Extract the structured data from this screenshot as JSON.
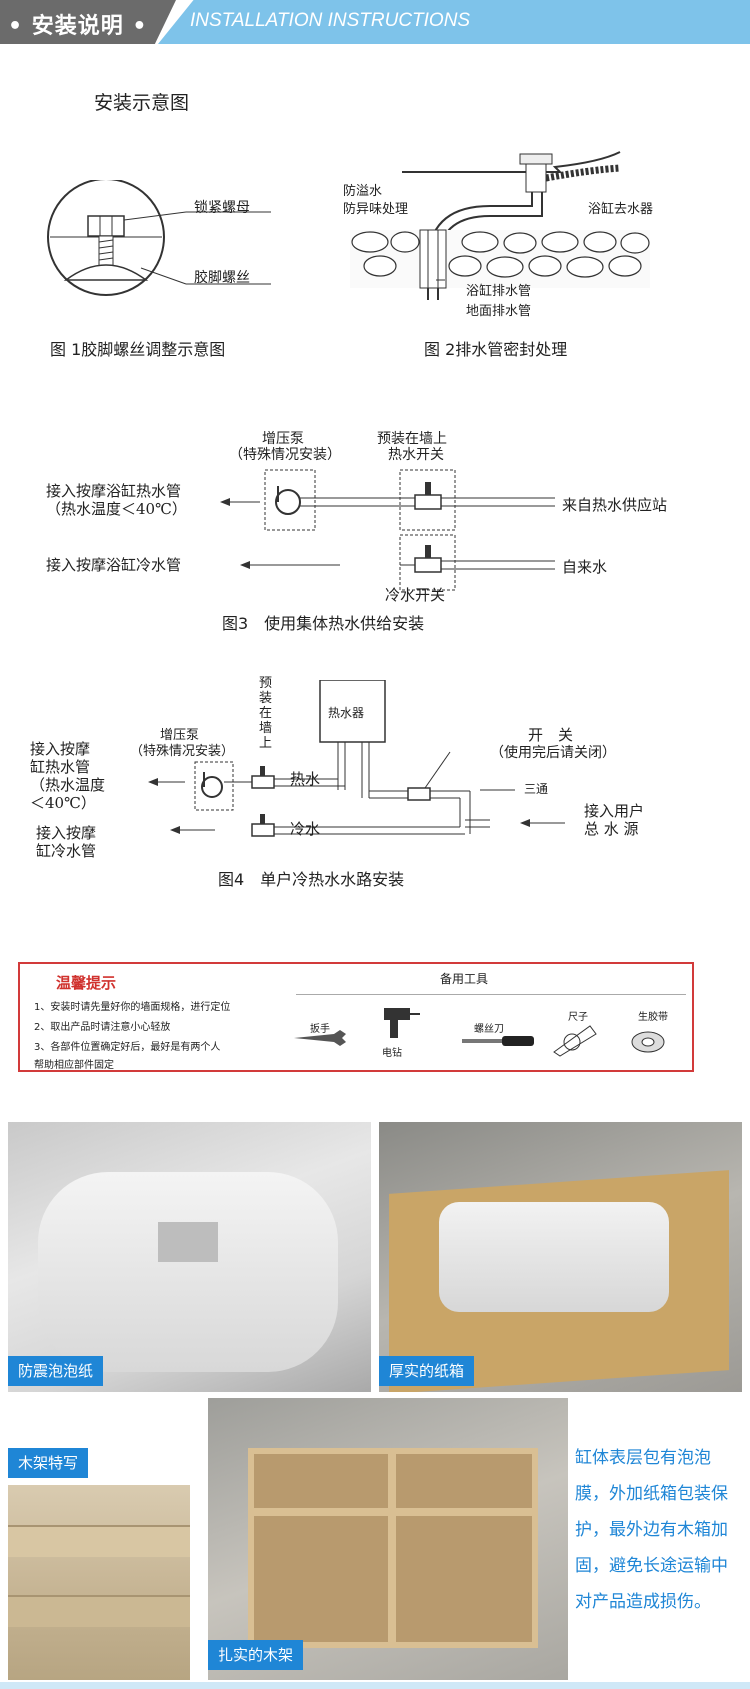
{
  "header": {
    "title_cn": "• 安装说明 •",
    "title_en": "INSTALLATION INSTRUCTIONS"
  },
  "section_title": "安装示意图",
  "fig1": {
    "labels": [
      "锁紧螺母",
      "胶脚螺丝"
    ],
    "caption": "图 1胶脚螺丝调整示意图"
  },
  "fig2": {
    "labels": [
      "防溢水",
      "防异味处理",
      "浴缸去水器",
      "浴缸排水管",
      "地面排水管"
    ],
    "caption": "图 2排水管密封处理"
  },
  "fig3": {
    "pump": [
      "增压泵",
      "（特殊情况安装）"
    ],
    "valve_top": [
      "预装在墙上",
      "热水开关"
    ],
    "left": [
      "接入按摩浴缸热水管",
      "（热水温度＜40℃）",
      "接入按摩浴缸冷水管"
    ],
    "right": [
      "来自热水供应站",
      "自来水"
    ],
    "cold_switch": "冷水开关",
    "caption": "图3　使用集体热水供给安装"
  },
  "fig4": {
    "preinstall": [
      "预",
      "装",
      "在",
      "墙",
      "上"
    ],
    "heater": "热水器",
    "pump": [
      "增压泵",
      "（特殊情况安装）"
    ],
    "left": [
      "接入按摩",
      "缸热水管",
      "（热水温度",
      "＜40℃）",
      "接入按摩",
      "缸冷水管"
    ],
    "hot": "热水",
    "cold": "冷水",
    "switch": [
      "开　关",
      "（使用完后请关闭）"
    ],
    "tee": "三通",
    "source": [
      "接入用户",
      "总 水 源"
    ],
    "caption": "图4　单户冷热水水路安装"
  },
  "tips": {
    "title": "温馨提示",
    "items": [
      "1、安装时请先量好你的墙面规格，进行定位",
      "2、取出产品时请注意小心轻放",
      "3、各部件位置确定好后，最好是有两个人",
      "帮助相应部件固定"
    ],
    "tools_title": "备用工具",
    "tools": [
      "扳手",
      "电钻",
      "螺丝刀",
      "尺子",
      "生胶带"
    ]
  },
  "photos": {
    "tag1": "防震泡泡纸",
    "tag2": "厚实的纸箱",
    "tag3": "木架特写",
    "tag4": "扎实的木架",
    "side_text": "缸体表层包有泡泡膜，外加纸箱包装保护，最外边有木箱加固，避免长途运输中对产品造成损伤。"
  },
  "colors": {
    "accent_blue": "#1f86d6",
    "header_gray": "#6b6b6b",
    "header_blue": "#7ec3ea",
    "tips_red": "#d23a3a"
  }
}
